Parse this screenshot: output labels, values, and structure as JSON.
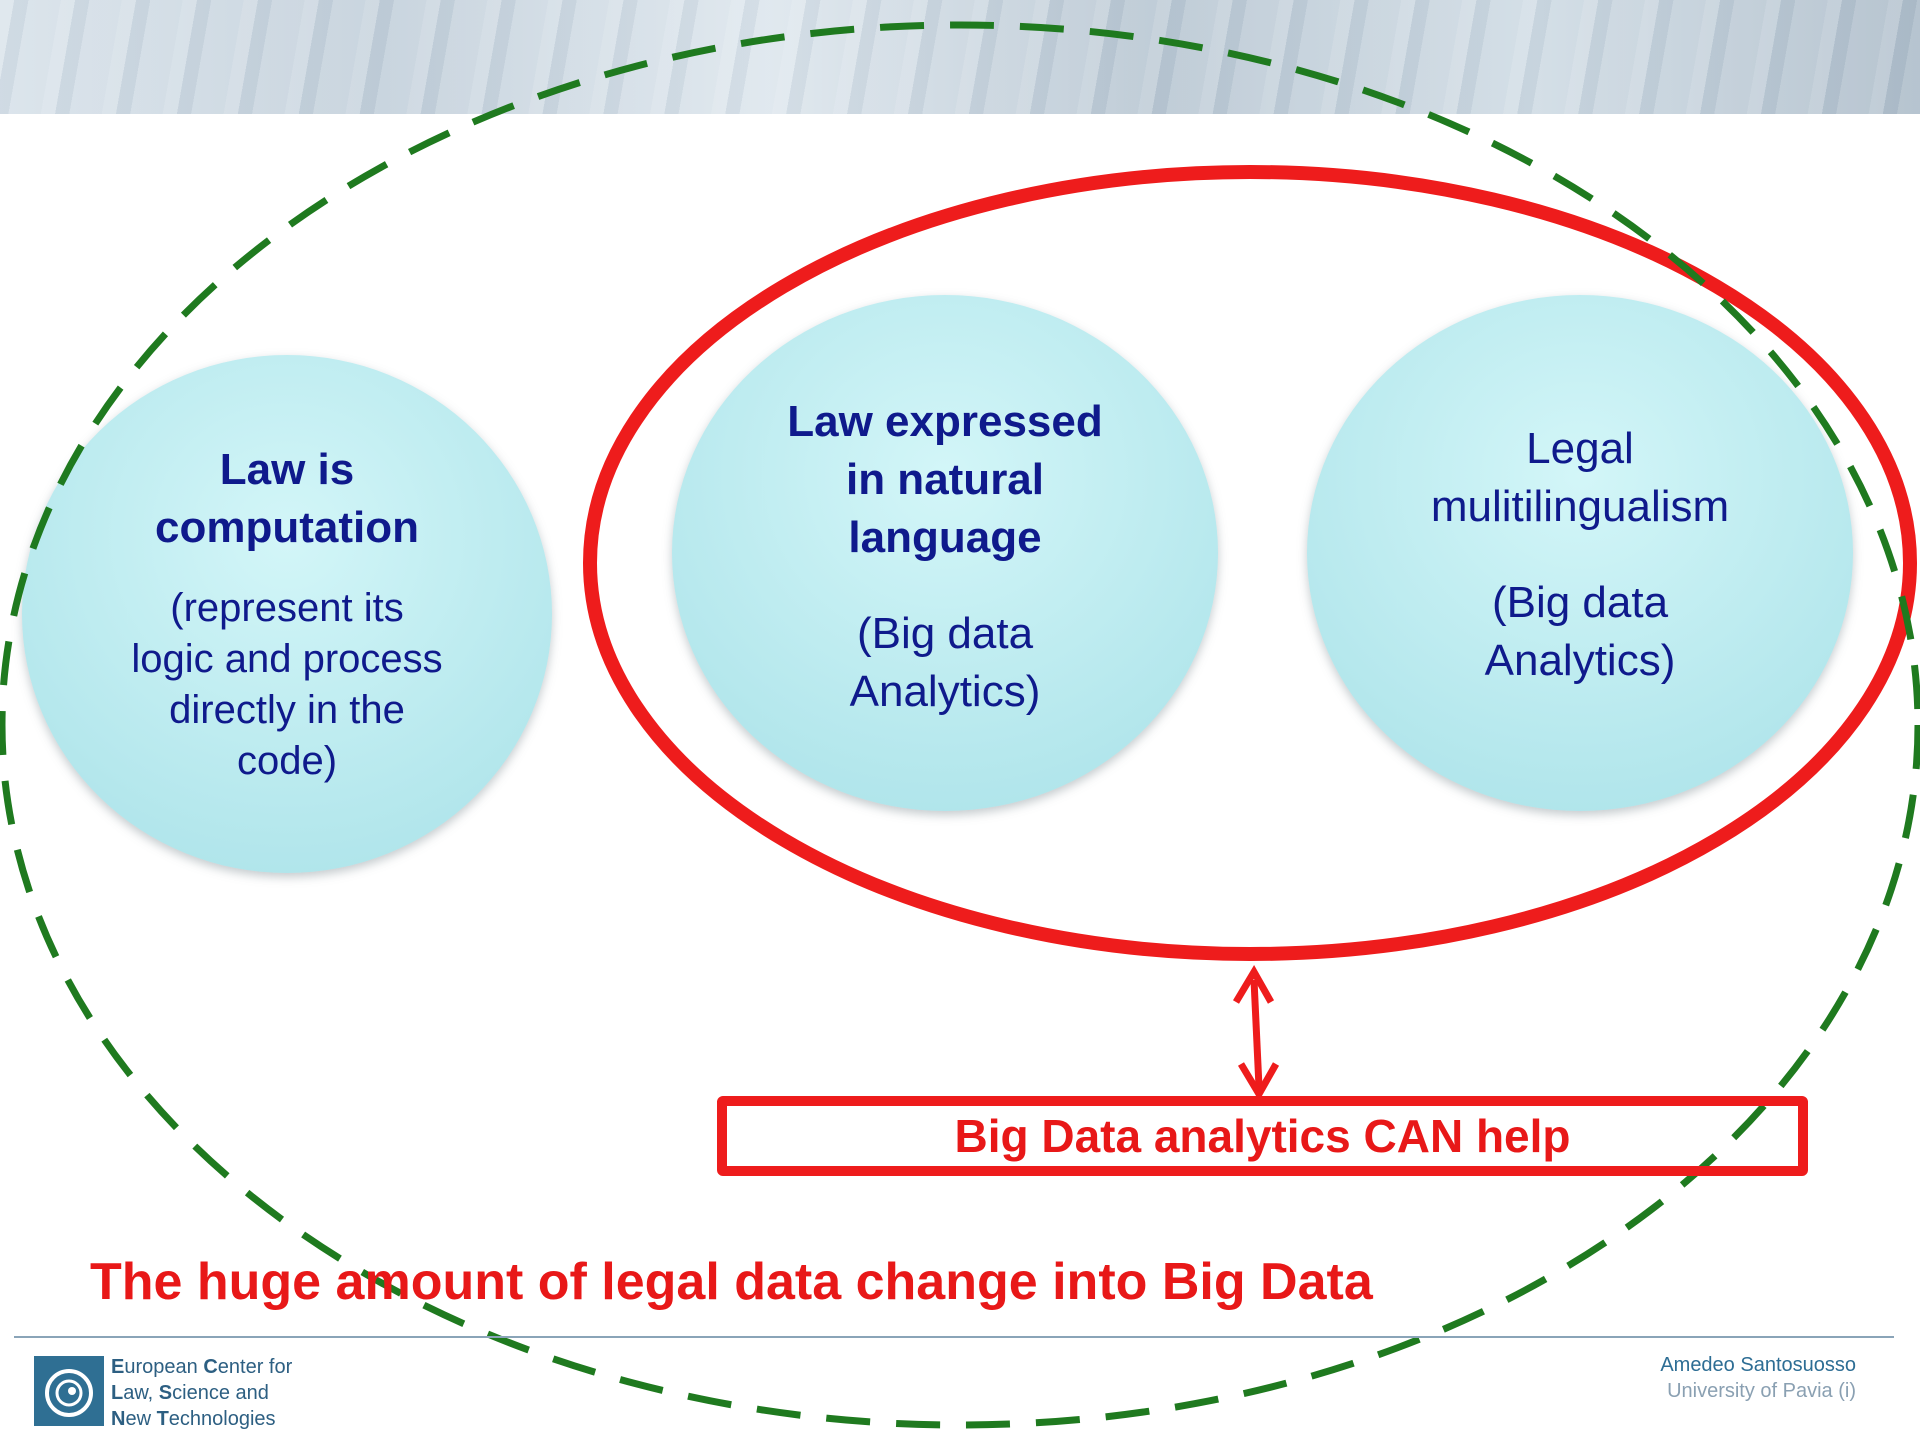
{
  "diagram": {
    "circles": [
      {
        "title": "Law is computation",
        "title_lines": [
          "Law is",
          "computation"
        ],
        "subtitle_lines": [
          "(represent its",
          "logic and process",
          "directly in the",
          "code)"
        ]
      },
      {
        "title": "Law expressed in natural language",
        "title_lines": [
          "Law expressed",
          "in natural",
          "language"
        ],
        "subtitle_lines": [
          "(Big data",
          "Analytics)"
        ]
      },
      {
        "title": "Legal mulitilingualism",
        "title_lines": [
          "Legal",
          "mulitilingualism"
        ],
        "subtitle_lines": [
          "(Big data",
          "Analytics)"
        ]
      }
    ],
    "help_box_label": "Big Data analytics CAN help",
    "bottom_title": "The huge amount of legal data change into Big Data",
    "colors": {
      "circle_fill": "#bfeef2",
      "text_blue": "#0f1a8c",
      "red": "#ee1c1c",
      "dashed_green": "#1f7a1f"
    }
  },
  "footer": {
    "org_lines": [
      {
        "initial": "E",
        "rest": "uropean ",
        "initial2": "C",
        "rest2": "enter for"
      },
      {
        "initial": "L",
        "rest": "aw, ",
        "initial2": "S",
        "rest2": "cience and"
      },
      {
        "initial": "N",
        "rest": "ew ",
        "initial2": "T",
        "rest2": "echnologies"
      }
    ],
    "author": "Amedeo Santosuosso",
    "affiliation": "University of Pavia (i)",
    "logo_icon": "spiral-logo-icon"
  }
}
